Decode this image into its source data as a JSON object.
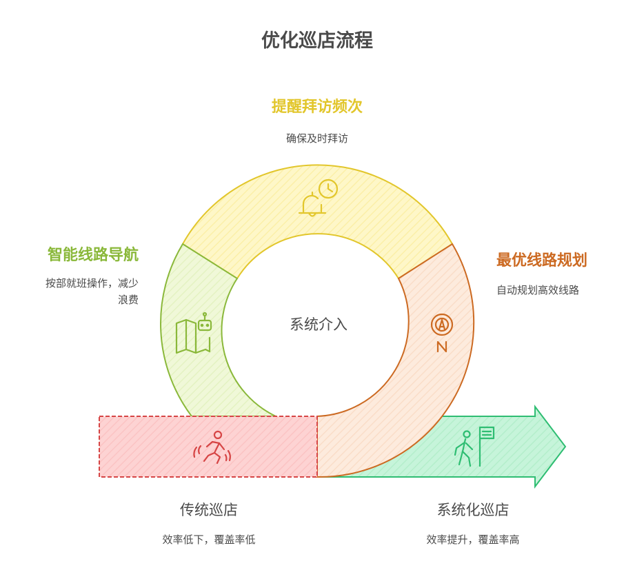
{
  "title": "优化巡店流程",
  "center_label": "系统介入",
  "stages": {
    "reminder": {
      "title": "提醒拜访频次",
      "desc": "确保及时拜访",
      "color": "#E2C62B",
      "icon": "bell-clock-icon"
    },
    "route": {
      "title": "最优线路规划",
      "desc": "自动规划高效线路",
      "color": "#CC6A22",
      "icon": "compass-icon"
    },
    "navigation": {
      "title": "智能线路导航",
      "desc_line1": "按部就班操作，减少",
      "desc_line2": "浪费",
      "color": "#8AB83A",
      "icon": "map-robot-icon"
    }
  },
  "traditional": {
    "title": "传统巡店",
    "desc": "效率低下，覆盖率低",
    "color": "#D64545",
    "icon": "running-person-icon"
  },
  "systematic": {
    "title": "系统化巡店",
    "desc": "效率提升，覆盖率高",
    "color": "#2EBD72",
    "icon": "walking-person-sign-icon"
  }
}
